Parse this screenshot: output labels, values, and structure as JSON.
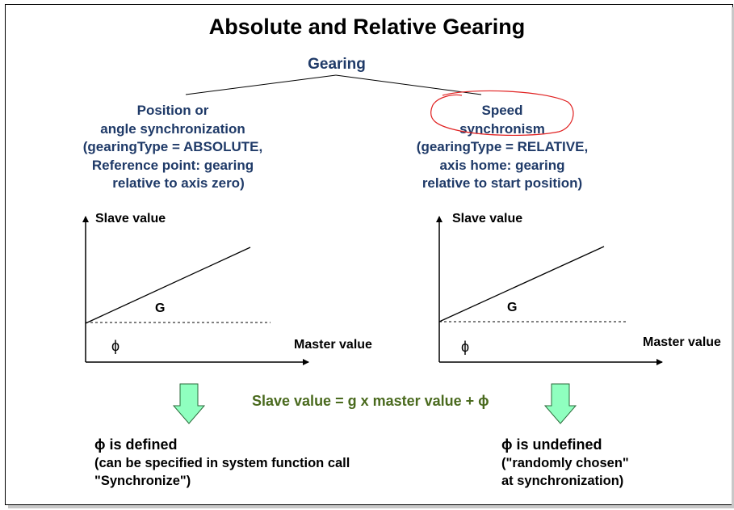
{
  "title": "Absolute and Relative Gearing",
  "root_label": "Gearing",
  "left_branch": {
    "lines": [
      "Position or",
      "angle synchronization",
      "(gearingType = ABSOLUTE,",
      "Reference point: gearing",
      "relative to axis zero)"
    ]
  },
  "right_branch": {
    "lines": [
      "Speed",
      "synchronism",
      "(gearingType = RELATIVE,",
      "axis home: gearing",
      "relative to start position)"
    ]
  },
  "left_graph": {
    "y_label": "Slave value",
    "x_label": "Master value",
    "line_label": "G",
    "offset_label": "ϕ"
  },
  "right_graph": {
    "y_label": "Slave value",
    "x_label": "Master value",
    "line_label": "G",
    "offset_label": "ϕ"
  },
  "formula": "Slave value = g x master value + ϕ",
  "left_result": {
    "heading": "ϕ is defined",
    "lines": [
      "(can be specified in system function call",
      "\"Synchronize\")"
    ]
  },
  "right_result": {
    "heading": "ϕ is undefined",
    "lines": [
      "(\"randomly chosen\"",
      "at synchronization)"
    ]
  },
  "colors": {
    "navy_text": "#1f3a68",
    "formula_text": "#4a6a1e",
    "arrow_fill": "#8fffbf",
    "highlight_circle": "#e02020"
  },
  "icons": [
    "down-arrow-icon",
    "highlight-circle"
  ]
}
